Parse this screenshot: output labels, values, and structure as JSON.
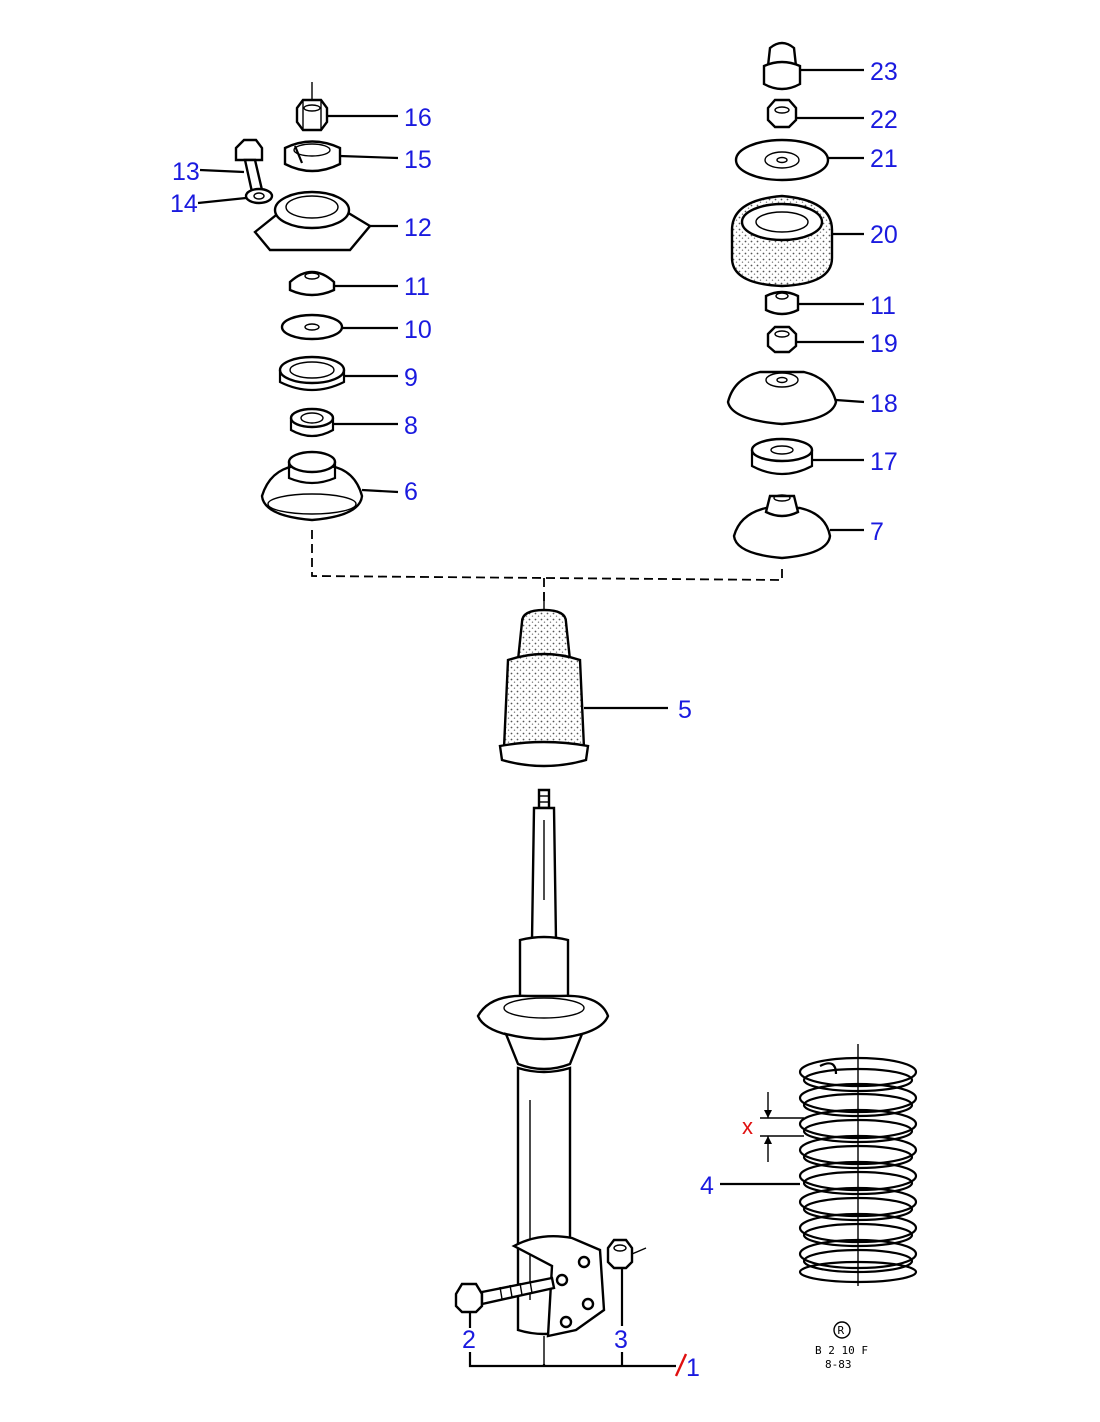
{
  "callouts": {
    "p1": "1",
    "p2": "2",
    "p3": "3",
    "p4": "4",
    "p5": "5",
    "p6": "6",
    "p7": "7",
    "p8": "8",
    "p9": "9",
    "p10": "10",
    "p11a": "11",
    "p11b": "11",
    "p12": "12",
    "p13": "13",
    "p14": "14",
    "p15": "15",
    "p16": "16",
    "p17": "17",
    "p18": "18",
    "p19": "19",
    "p20": "20",
    "p21": "21",
    "p22": "22",
    "p23": "23"
  },
  "dimension_label": "x",
  "stamp": {
    "symbol": "R",
    "code": "B 2 10 F",
    "date": "8-83"
  },
  "colors": {
    "callout": "#1a1adf",
    "dimension": "#e01010",
    "line": "#000000"
  }
}
